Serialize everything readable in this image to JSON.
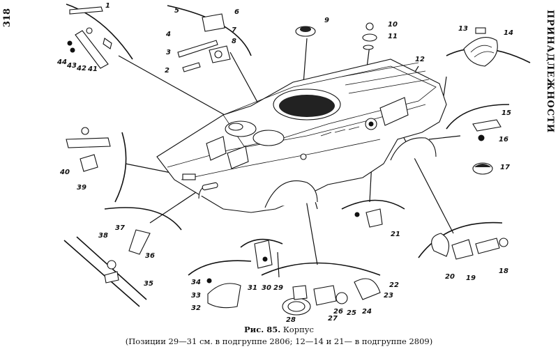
{
  "page_number": "318",
  "section_title": "ПРИНАДЛЕЖНОСТИ",
  "caption": {
    "figure_label": "Рис. 85.",
    "figure_title": "Корпус",
    "note": "(Позиции 29—31 см. в подгруппе 2806; 12—14 и 21— в подгруппе 2809)"
  },
  "callouts": [
    "1",
    "2",
    "3",
    "4",
    "5",
    "6",
    "7",
    "8",
    "9",
    "10",
    "11",
    "12",
    "13",
    "14",
    "15",
    "16",
    "17",
    "18",
    "19",
    "20",
    "21",
    "22",
    "23",
    "24",
    "25",
    "26",
    "27",
    "28",
    "29",
    "30",
    "31",
    "32",
    "33",
    "34",
    "35",
    "36",
    "37",
    "38",
    "39",
    "40",
    "41",
    "42",
    "43",
    "44"
  ]
}
